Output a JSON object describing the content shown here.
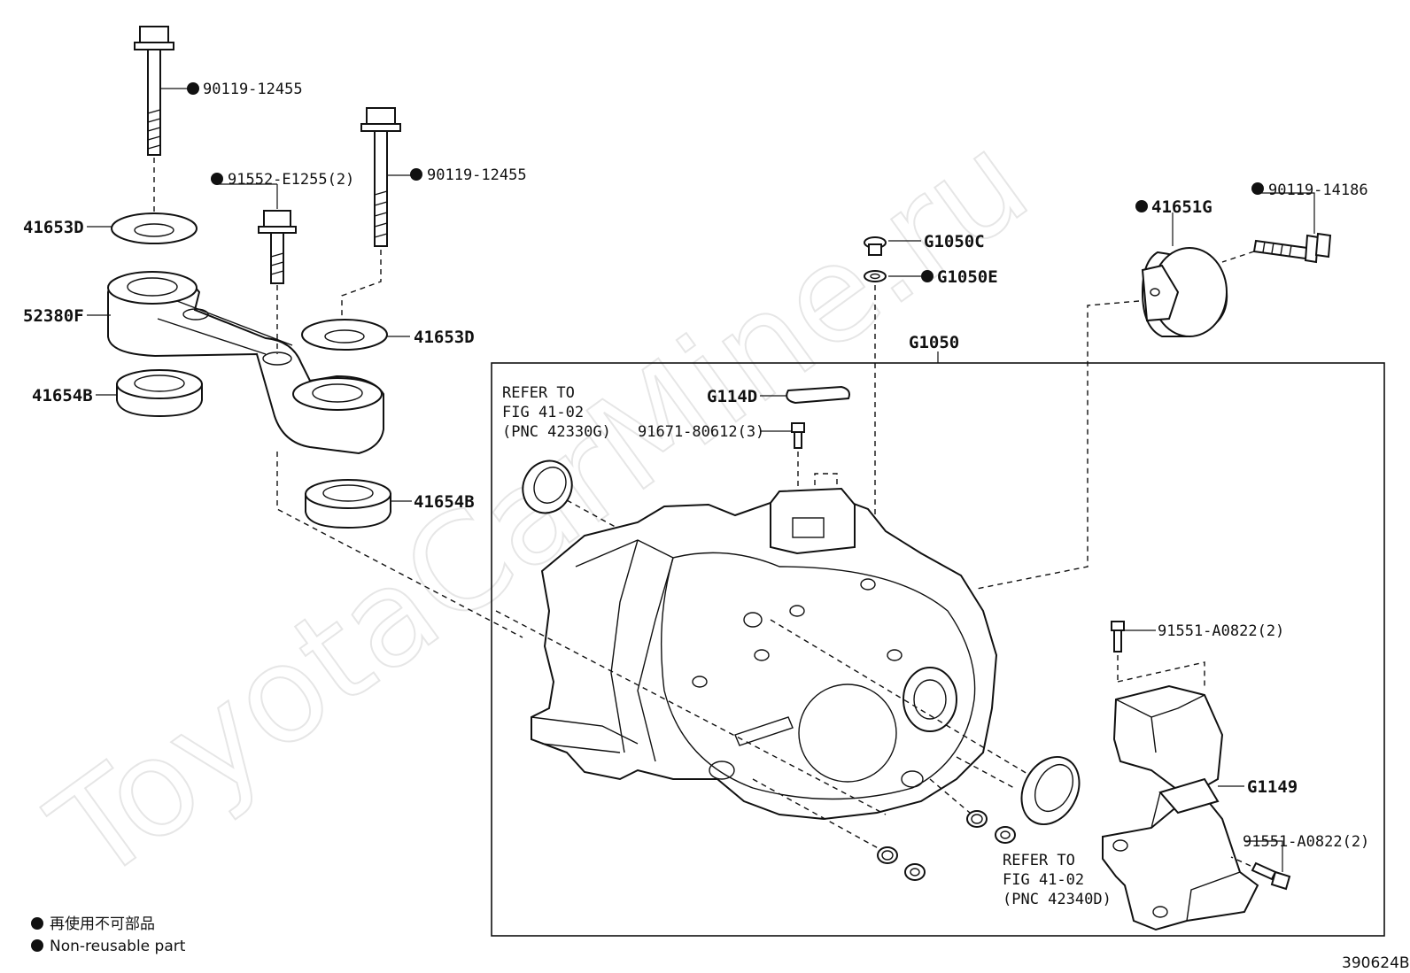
{
  "watermark": "ToyotaCarMine.ru",
  "figure_id": "390624B",
  "legend": {
    "cn": "再使用不可部品",
    "en": "Non-reusable part"
  },
  "assembly_box_label": "G1050",
  "refer_top": [
    "REFER TO",
    "FIG 41-02",
    "(PNC 42330G)"
  ],
  "refer_bottom": [
    "REFER TO",
    "FIG 41-02",
    "(PNC 42340D)"
  ],
  "parts": {
    "bolt_90119_12455_a": "90119-12455",
    "bolt_91552_e1255": "91552-E1255(2)",
    "bolt_90119_12455_b": "90119-12455",
    "washer_41653d_a": "41653D",
    "rod_52380f": "52380F",
    "bushing_41654b_a": "41654B",
    "washer_41653d_b": "41653D",
    "bushing_41654b_b": "41654B",
    "plug_g1050c": "G1050C",
    "gasket_g1050e": "G1050E",
    "mount_41651g": "41651G",
    "bolt_90119_14186": "90119-14186",
    "seal_g114d": "G114D",
    "bolt_91671_80612": "91671-80612(3)",
    "bolt_91551_a0822_a": "91551-A0822(2)",
    "bracket_g1149": "G1149",
    "bolt_91551_a0822_b": "91551-A0822(2)"
  },
  "nonreusable": [
    "bolt_90119_12455_a",
    "bolt_91552_e1255",
    "bolt_90119_12455_b",
    "gasket_g1050e",
    "mount_41651g",
    "bolt_90119_14186"
  ]
}
